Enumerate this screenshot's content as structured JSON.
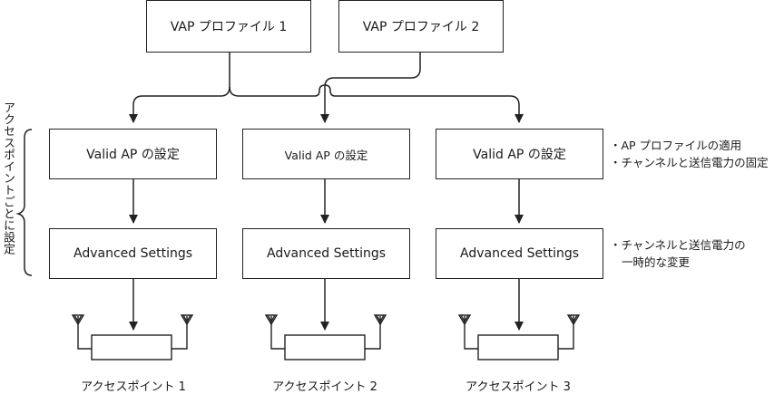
{
  "profiles": [
    "VAP プロファイル 1",
    "VAP プロファイル 2"
  ],
  "columns": [
    {
      "valid_label": "Valid AP の設定",
      "advanced_label": "Advanced Settings",
      "ap_label": "アクセスポイント 1"
    },
    {
      "valid_label": "Valid AP の設定",
      "advanced_label": "Advanced Settings",
      "ap_label": "アクセスポイント 2"
    },
    {
      "valid_label": "Valid AP の設定",
      "advanced_label": "Advanced Settings",
      "ap_label": "アクセスポイント 3"
    }
  ],
  "side_label": "アクセスポイントごとに設定",
  "notes": {
    "valid": [
      "・AP プロファイルの適用",
      "・チャンネルと送信電力の固定"
    ],
    "advanced": [
      "・チャンネルと送信電力の",
      "一時的な変更"
    ]
  },
  "colors": {
    "line": "#222222",
    "background": "#ffffff"
  }
}
